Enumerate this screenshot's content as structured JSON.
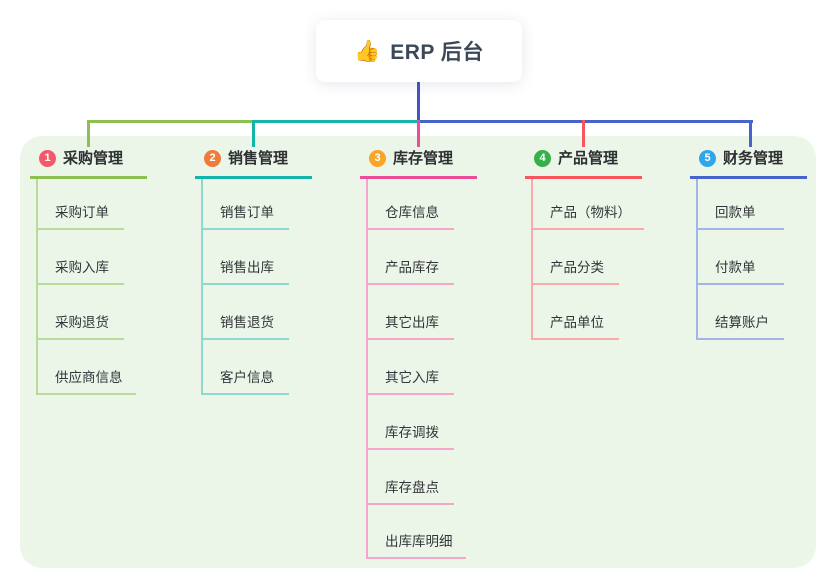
{
  "root": {
    "icon": "👍",
    "title": "ERP 后台"
  },
  "canvas": {
    "background": "#ffffff",
    "panel_background": "#ecf6e8",
    "text_color": "#2d2f33"
  },
  "connector": {
    "root_line_color": "#4154c8"
  },
  "branches": [
    {
      "index": "1",
      "title": "采购管理",
      "badge_color": "#f4586a",
      "line_color": "#8cc152",
      "sub_line_color": "#b7db9b",
      "children": [
        "采购订单",
        "采购入库",
        "采购退货",
        "供应商信息"
      ]
    },
    {
      "index": "2",
      "title": "销售管理",
      "badge_color": "#ef7a3a",
      "line_color": "#13b5a9",
      "sub_line_color": "#8fd8d0",
      "children": [
        "销售订单",
        "销售出库",
        "销售退货",
        "客户信息"
      ]
    },
    {
      "index": "3",
      "title": "库存管理",
      "badge_color": "#f9a525",
      "line_color": "#ec4d9b",
      "sub_line_color": "#f5a6cc",
      "children": [
        "仓库信息",
        "产品库存",
        "其它出库",
        "其它入库",
        "库存调拨",
        "库存盘点",
        "出库库明细"
      ]
    },
    {
      "index": "4",
      "title": "产品管理",
      "badge_color": "#35b14a",
      "line_color": "#f8565e",
      "sub_line_color": "#fba9ad",
      "children": [
        "产品（物料）",
        "产品分类",
        "产品单位"
      ]
    },
    {
      "index": "5",
      "title": "财务管理",
      "badge_color": "#30a6ea",
      "line_color": "#4764cb",
      "sub_line_color": "#a2b5e7",
      "children": [
        "回款单",
        "付款单",
        "结算账户"
      ]
    }
  ]
}
